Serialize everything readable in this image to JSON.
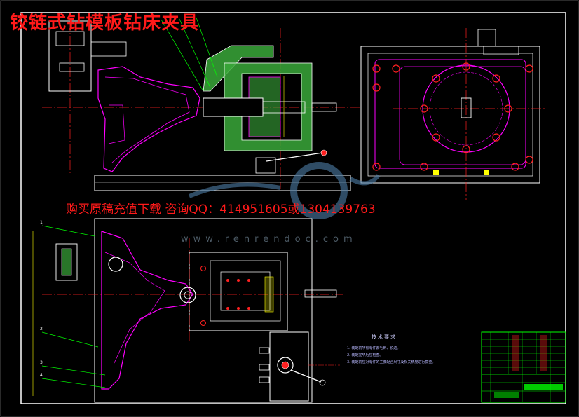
{
  "title": "铰链式钻模板钻床夹具",
  "ad_text": "购买原稿充值下载 咨询QQ：414951605或1304139763",
  "watermark_text": "www.renrendoc.com",
  "tech_requirements": {
    "title": "技术要求",
    "items": [
      "1. 装配前所有零件去毛刺、锐边。",
      "2. 装配完毕后应检查。",
      "3. 装配前应对零件的主要配合尺寸及相关精度进行复查。"
    ]
  },
  "part_callouts": [
    "1",
    "2",
    "3",
    "4"
  ],
  "colors": {
    "background": "#000000",
    "frame": "#ffffff",
    "outline": "#ffffff",
    "fixture_body": "#ff00ff",
    "hatch": "#3aa83a",
    "centerline": "#ff2020",
    "leader": "#00ff00",
    "dimension": "#ffff00",
    "title_block": "#00ff00",
    "title_text": "#ff1a1a",
    "watermark": "#4f7fa8"
  }
}
